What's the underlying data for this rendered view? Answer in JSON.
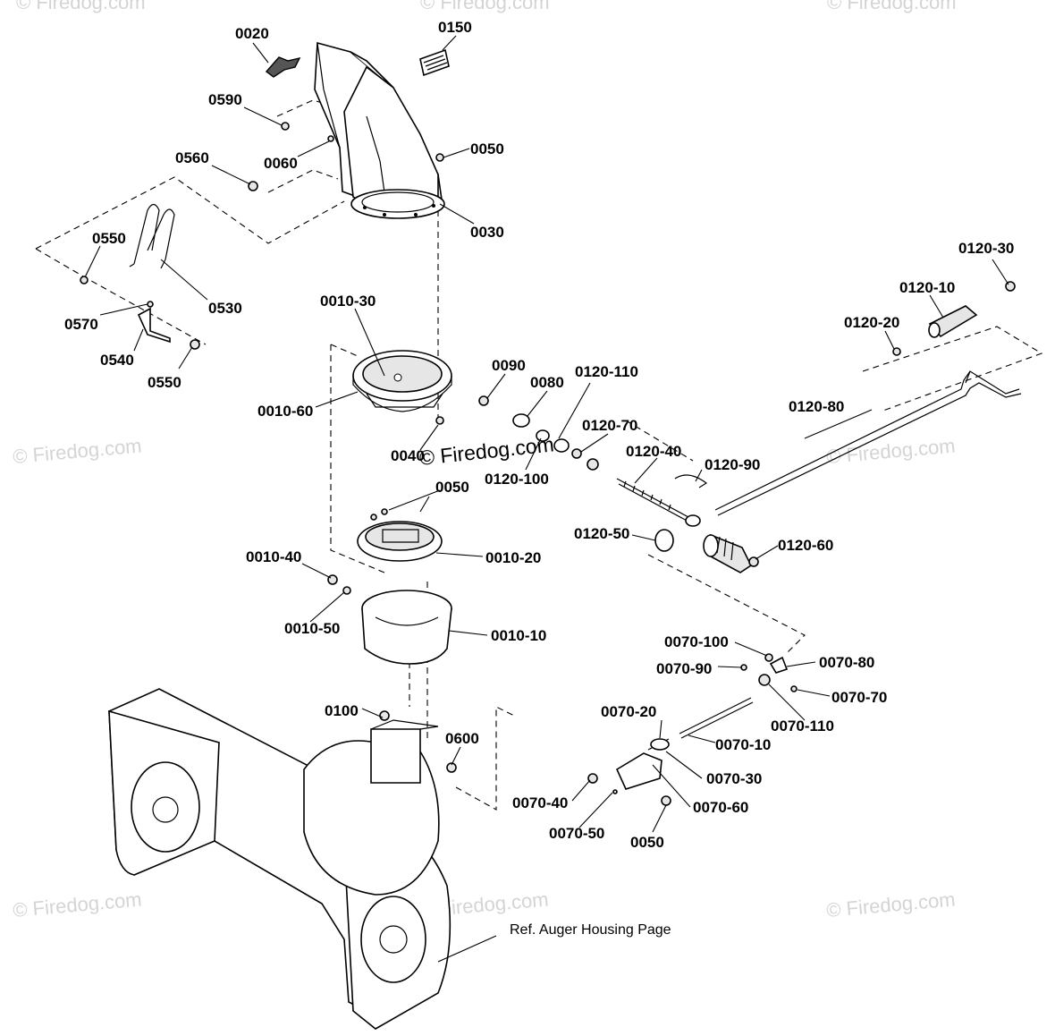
{
  "watermark": {
    "text": "© Firedog.com",
    "center_text": "© Firedog.com",
    "color": "#d4d4d4"
  },
  "reference_note": "Ref. Auger Housing Page",
  "part_labels": {
    "p0020": "0020",
    "p0150": "0150",
    "p0590": "0590",
    "p0060": "0060",
    "p0050_top": "0050",
    "p0560": "0560",
    "p0030": "0030",
    "p0550_a": "0550",
    "p0530": "0530",
    "p0570": "0570",
    "p0540": "0540",
    "p0550_b": "0550",
    "p0010_30": "0010-30",
    "p0010_60": "0010-60",
    "p0040": "0040",
    "p0050_mid": "0050",
    "p0010_20": "0010-20",
    "p0010_40": "0010-40",
    "p0010_50": "0010-50",
    "p0010_10": "0010-10",
    "p0100": "0100",
    "p0600": "0600",
    "p0090": "0090",
    "p0080": "0080",
    "p0120_110": "0120-110",
    "p0120_70": "0120-70",
    "p0120_100": "0120-100",
    "p0120_40": "0120-40",
    "p0120_90": "0120-90",
    "p0120_50": "0120-50",
    "p0120_60": "0120-60",
    "p0120_80": "0120-80",
    "p0120_20": "0120-20",
    "p0120_10": "0120-10",
    "p0120_30": "0120-30",
    "p0070_100": "0070-100",
    "p0070_80": "0070-80",
    "p0070_90": "0070-90",
    "p0070_70": "0070-70",
    "p0070_110": "0070-110",
    "p0070_20": "0070-20",
    "p0070_10": "0070-10",
    "p0070_30": "0070-30",
    "p0070_40": "0070-40",
    "p0070_60": "0070-60",
    "p0070_50": "0070-50",
    "p0050_bot": "0050"
  }
}
